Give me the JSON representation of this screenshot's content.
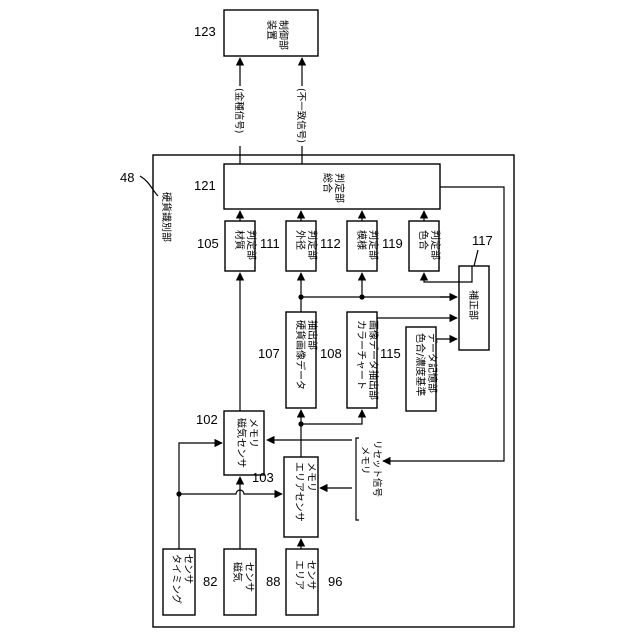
{
  "frame": {
    "number": "48",
    "title": "硬貨識別部"
  },
  "blocks": {
    "device_control": {
      "number": "123",
      "lines": [
        "装置",
        "制御部"
      ]
    },
    "integration": {
      "number": "121",
      "lines": [
        "総合",
        "判定部"
      ]
    },
    "material": {
      "number": "105",
      "lines": [
        "材質",
        "判定部"
      ]
    },
    "outer_diameter": {
      "number": "111",
      "lines": [
        "外径",
        "判定部"
      ]
    },
    "pattern": {
      "number": "112",
      "lines": [
        "模様",
        "判定部"
      ]
    },
    "hue": {
      "number": "119",
      "lines": [
        "色合",
        "判定部"
      ]
    },
    "correction": {
      "number": "117",
      "lines": [
        "補正部"
      ]
    },
    "coin_image": {
      "number": "107",
      "lines": [
        "硬貨画像データ",
        "抽出部"
      ]
    },
    "color_chart": {
      "number": "108",
      "lines": [
        "カラーチャート",
        "画像データ抽出部"
      ]
    },
    "reference_store": {
      "number": "115",
      "lines": [
        "色合/濃度基準",
        "データ記憶部"
      ]
    },
    "mag_memory": {
      "number": "102",
      "lines": [
        "磁気センサ",
        "メモリ"
      ]
    },
    "area_memory": {
      "number": "103",
      "lines": [
        "エリアセンサ",
        "メモリ"
      ]
    },
    "timing_sensor": {
      "number": "82",
      "lines": [
        "タイミング",
        "センサ"
      ]
    },
    "mag_sensor": {
      "number": "88",
      "lines": [
        "磁気",
        "センサ"
      ]
    },
    "area_sensor": {
      "number": "96",
      "lines": [
        "エリア",
        "センサ"
      ]
    }
  },
  "signals": {
    "authentic": "(金種信号)",
    "mismatch": "(不一致信号)",
    "reset_line1": "メモリ",
    "reset_line2": "リセット信号"
  }
}
